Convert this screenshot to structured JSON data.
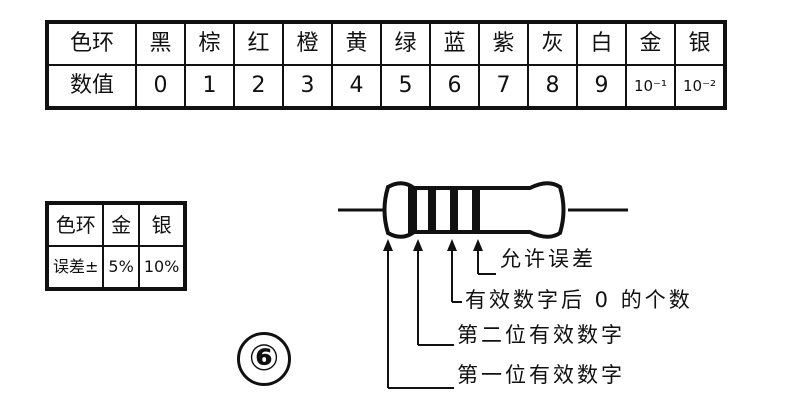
{
  "color_code_table": {
    "row_label_color": "色环",
    "row_label_value": "数值",
    "colors": [
      "黑",
      "棕",
      "红",
      "橙",
      "黄",
      "绿",
      "蓝",
      "紫",
      "灰",
      "白",
      "金",
      "银"
    ],
    "values": [
      "0",
      "1",
      "2",
      "3",
      "4",
      "5",
      "6",
      "7",
      "8",
      "9",
      "10⁻¹",
      "10⁻²"
    ]
  },
  "tolerance_table": {
    "row_label_color": "色环",
    "row_label_tolerance": "误差±",
    "colors": [
      "金",
      "银"
    ],
    "values": [
      "5%",
      "10%"
    ]
  },
  "figure_number": "⑥",
  "band_labels": {
    "tolerance": "允许误差",
    "multiplier": "有效数字后 0 的个数",
    "second_digit": "第二位有效数字",
    "first_digit": "第一位有效数字"
  }
}
